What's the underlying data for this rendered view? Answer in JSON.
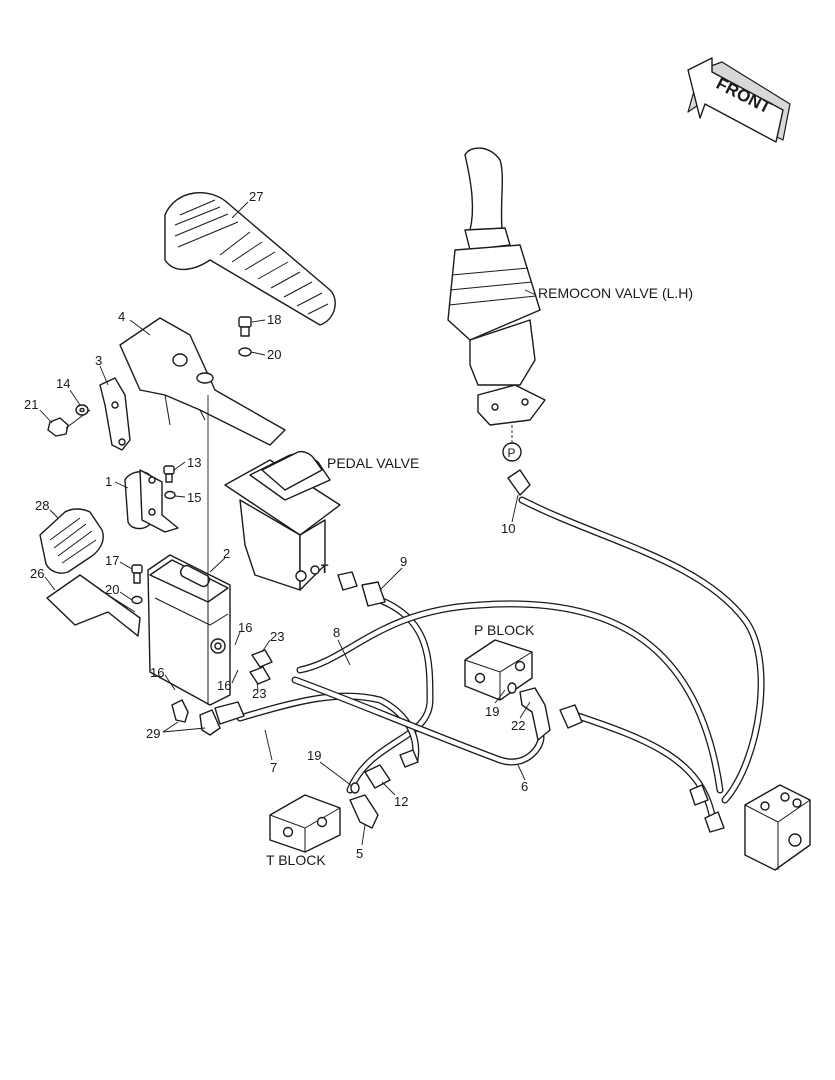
{
  "front_arrow": {
    "label": "FRONT"
  },
  "labels": {
    "remocon": "REMOCON VALVE (L.H)",
    "pedal_valve": "PEDAL VALVE",
    "p_block": "P BLOCK",
    "t_block": "T BLOCK",
    "p_port": "P",
    "t_port": "T"
  },
  "callouts": {
    "c27": "27",
    "c4": "4",
    "c18": "18",
    "c20a": "20",
    "c3": "3",
    "c14": "14",
    "c21": "21",
    "c13": "13",
    "c1": "1",
    "c15": "15",
    "c28": "28",
    "c2": "2",
    "c17": "17",
    "c26": "26",
    "c20b": "20",
    "c16a": "16",
    "c23a": "23",
    "c16b": "16",
    "c23b": "23",
    "c16c": "16",
    "c29": "29",
    "c7": "7",
    "c8": "8",
    "c9": "9",
    "c10": "10",
    "c19a": "19",
    "c22": "22",
    "c6": "6",
    "c19b": "19",
    "c12": "12",
    "c5": "5"
  }
}
